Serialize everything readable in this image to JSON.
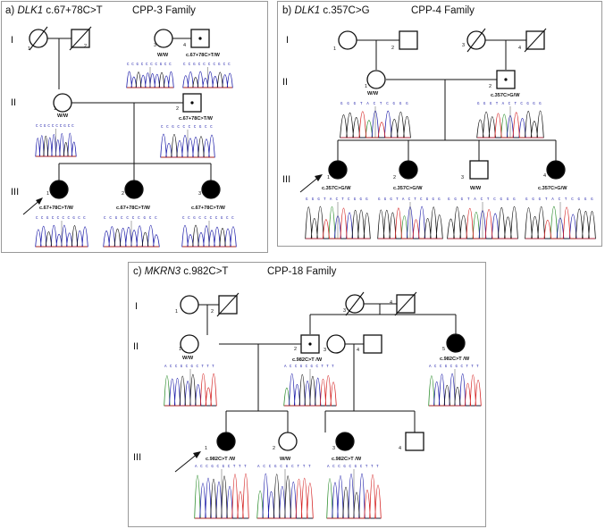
{
  "panels": {
    "a": {
      "label": "a)",
      "gene": "DLK1",
      "variant": "c.67+78C>T",
      "family": "CPP-3 Family",
      "gen_labels": [
        "I",
        "II",
        "III"
      ],
      "members": {
        "I1": {
          "num": "1",
          "geno": ""
        },
        "I2": {
          "num": "2",
          "geno": ""
        },
        "I3": {
          "num": "3",
          "geno": "W/W"
        },
        "I4": {
          "num": "4",
          "geno": "c.67+78C>T/W"
        },
        "II1": {
          "num": "1",
          "geno": "W/W"
        },
        "II2": {
          "num": "2",
          "geno": "c.67+78C>T/W"
        },
        "III1": {
          "num": "1",
          "geno": "c.67+78C>T/W"
        },
        "III2": {
          "num": "2",
          "geno": "c.67+78C>T/W"
        },
        "III3": {
          "num": "3",
          "geno": "c.67+78C>T/W"
        }
      }
    },
    "b": {
      "label": "b)",
      "gene": "DLK1",
      "variant": "c.357C>G",
      "family": "CPP-4 Family",
      "gen_labels": [
        "I",
        "II",
        "III"
      ],
      "members": {
        "I1": {
          "num": "1",
          "geno": ""
        },
        "I2": {
          "num": "2",
          "geno": ""
        },
        "I3": {
          "num": "3",
          "geno": ""
        },
        "I4": {
          "num": "4",
          "geno": ""
        },
        "II1": {
          "num": "1",
          "geno": "W/W"
        },
        "II2": {
          "num": "2",
          "geno": "c.357C>G/W"
        },
        "III1": {
          "num": "1",
          "geno": "c.357C>G/W"
        },
        "III2": {
          "num": "2",
          "geno": "c.357C>G/W"
        },
        "III3": {
          "num": "3",
          "geno": "W/W"
        },
        "III4": {
          "num": "4",
          "geno": "c.357C>G/W"
        }
      }
    },
    "c": {
      "label": "c)",
      "gene": "MKRN3",
      "variant": "c.982C>T",
      "family": "CPP-18 Family",
      "gen_labels": [
        "I",
        "II",
        "III"
      ],
      "members": {
        "I1": {
          "num": "1",
          "geno": ""
        },
        "I2": {
          "num": "2",
          "geno": ""
        },
        "I3": {
          "num": "3",
          "geno": ""
        },
        "I4": {
          "num": "4",
          "geno": ""
        },
        "II1": {
          "num": "1",
          "geno": "W/W"
        },
        "II2": {
          "num": "2",
          "geno": "c.982C>T /W"
        },
        "II3": {
          "num": "3",
          "geno": ""
        },
        "II4": {
          "num": "4",
          "geno": ""
        },
        "II5": {
          "num": "5",
          "geno": "c.982C>T /W"
        },
        "III1": {
          "num": "1",
          "geno": "c.982C>T /W"
        },
        "III2": {
          "num": "2",
          "geno": "W/W"
        },
        "III3": {
          "num": "3",
          "geno": "c.982C>T /W"
        },
        "III4": {
          "num": "4",
          "geno": ""
        }
      }
    }
  },
  "sequences": {
    "a": "CCGCCCCGCC",
    "b": "GGGTACTCGGG",
    "c": "ACCGCGCTTT"
  },
  "colors": {
    "affected": "#000000",
    "trace_a": "#2b8c2b",
    "trace_c": "#1a1aa8",
    "trace_g": "#111111",
    "trace_t": "#d42020"
  }
}
